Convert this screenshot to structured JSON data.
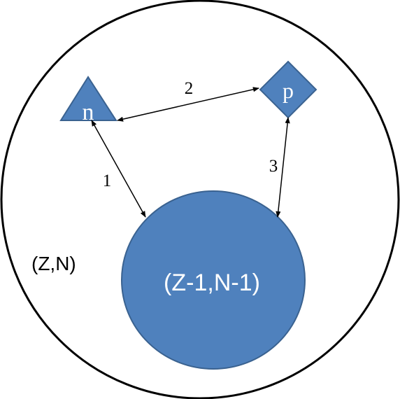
{
  "diagram": {
    "outer_label": "(Z,N)",
    "core_label": "(Z-1,N-1)",
    "neutron_label": "n",
    "proton_label": "p",
    "links": [
      {
        "label": "1"
      },
      {
        "label": "2"
      },
      {
        "label": "3"
      }
    ]
  },
  "colors": {
    "node_fill": "#4f81bd",
    "node_stroke": "#3a6290",
    "outline": "#000000",
    "background": "#ffffff"
  }
}
